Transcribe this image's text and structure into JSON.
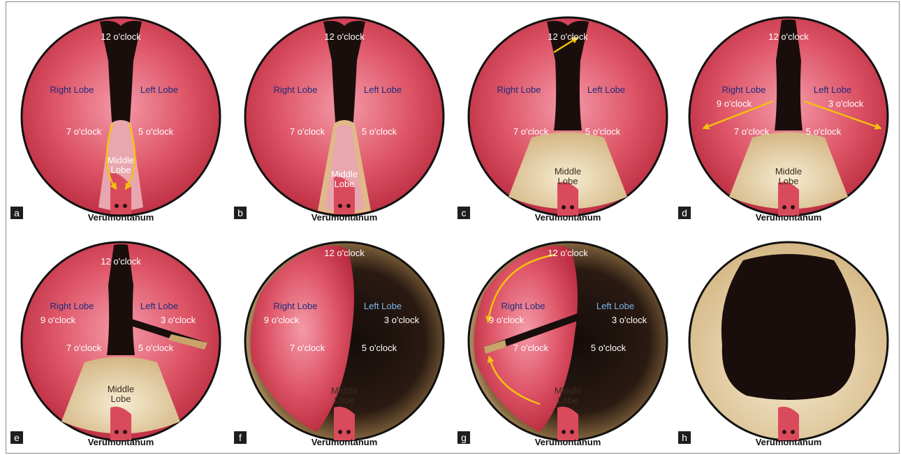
{
  "panels": [
    {
      "letter": "a",
      "caption": "Verumontanum",
      "clock12": "12 o'clock",
      "right_lobe": "Right Lobe",
      "left_lobe": "Left Lobe",
      "clock7": "7 o'clock",
      "clock5": "5 o'clock",
      "middle_lobe": [
        "Middle",
        "Lobe"
      ]
    },
    {
      "letter": "b",
      "caption": "Verumontanum",
      "clock12": "12 o'clock",
      "right_lobe": "Right Lobe",
      "left_lobe": "Left Lobe",
      "clock7": "7 o'clock",
      "clock5": "5 o'clock",
      "middle_lobe": [
        "Middle",
        "Lobe"
      ]
    },
    {
      "letter": "c",
      "caption": "Verumontanum",
      "clock12": "12 o'clock",
      "right_lobe": "Right Lobe",
      "left_lobe": "Left Lobe",
      "clock7": "7 o'clock",
      "clock5": "5 o'clock",
      "middle_lobe": [
        "Middle",
        "Lobe"
      ]
    },
    {
      "letter": "d",
      "caption": "Verumontanum",
      "clock12": "12 o'clock",
      "right_lobe": "Right Lobe",
      "left_lobe": "Left Lobe",
      "clock9": "9 o'clock",
      "clock3": "3 o'clock",
      "clock7": "7 o'clock",
      "clock5": "5 o'clock",
      "middle_lobe": [
        "Middle",
        "Lobe"
      ]
    },
    {
      "letter": "e",
      "caption": "Verumontanum",
      "clock12": "12 o'clock",
      "right_lobe": "Right Lobe",
      "left_lobe": "Left Lobe",
      "clock9": "9 o'clock",
      "clock3": "3 o'clock",
      "clock7": "7 o'clock",
      "clock5": "5 o'clock",
      "middle_lobe": [
        "Middle",
        "Lobe"
      ]
    },
    {
      "letter": "f",
      "caption": "Verumontanum",
      "clock12": "12 o'clock",
      "right_lobe": "Right Lobe",
      "left_lobe": "Left Lobe",
      "clock9": "9 o'clock",
      "clock3": "3 o'clock",
      "clock7": "7 o'clock",
      "clock5": "5 o'clock",
      "middle_lobe": [
        "Middle",
        "Lobe"
      ]
    },
    {
      "letter": "g",
      "caption": "Verumontanum",
      "clock12": "12 o'clock",
      "right_lobe": "Right Lobe",
      "left_lobe": "Left Lobe",
      "clock9": "9 o'clock",
      "clock3": "3 o'clock",
      "clock7": "7 o'clock",
      "clock5": "5 o'clock",
      "middle_lobe": [
        "Middle",
        "Lobe"
      ]
    },
    {
      "letter": "h",
      "caption": "Verumontanum"
    }
  ],
  "colors": {
    "tissue": "#d94b5c",
    "tissue_light": "#f08898",
    "resected": "#e8d6b0",
    "cavity": "#1a1010",
    "arrow": "#f4c20d"
  }
}
